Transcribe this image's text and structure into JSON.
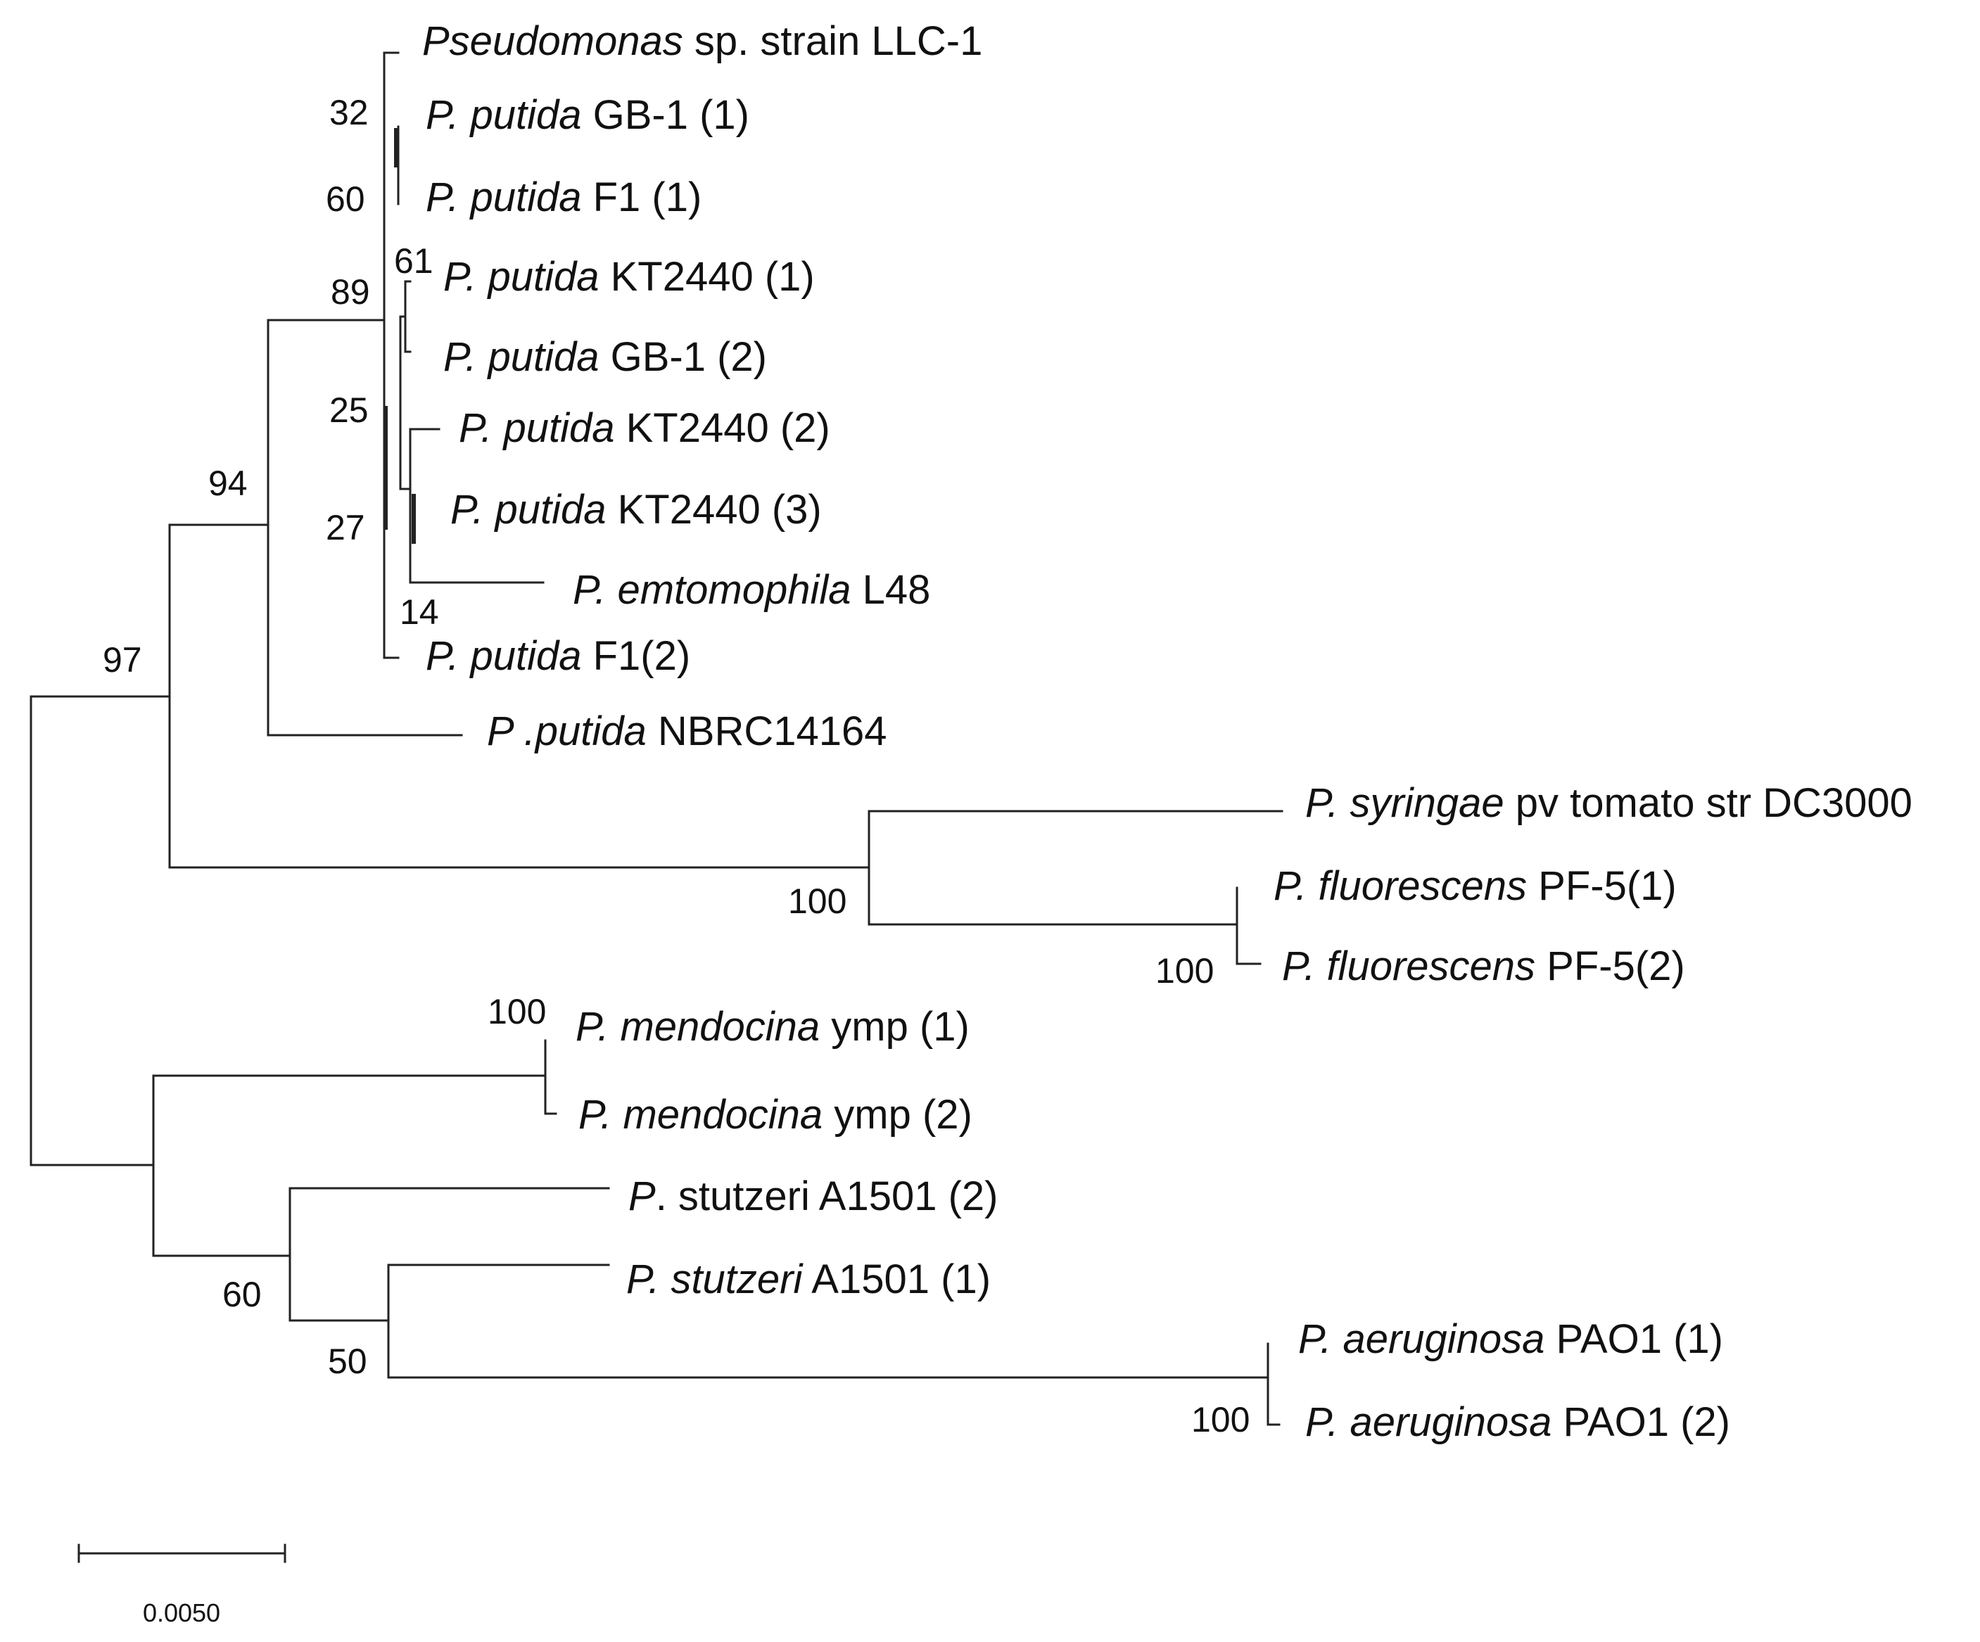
{
  "taxa": {
    "llc1": {
      "italic": "Pseudomonas",
      "rest": " sp. strain LLC-1"
    },
    "gb1_1": {
      "italic": "P. putida",
      "rest": " GB-1 (1)"
    },
    "f1_1": {
      "italic": "P. putida",
      "rest": " F1 (1)"
    },
    "kt_1": {
      "italic": "P. putida",
      "rest": " KT2440 (1)"
    },
    "gb1_2": {
      "italic": "P. putida",
      "rest": " GB-1 (2)"
    },
    "kt_2": {
      "italic": "P. putida",
      "rest": " KT2440 (2)"
    },
    "kt_3": {
      "italic": "P. putida",
      "rest": " KT2440 (3)"
    },
    "l48": {
      "italic": "P. emtomophila",
      "rest": " L48"
    },
    "f1_2": {
      "italic": "P. putida",
      "rest": " F1(2)"
    },
    "nbrc": {
      "italic": "P .putida",
      "rest": " NBRC14164"
    },
    "syringae": {
      "italic": "P. syringae",
      "rest": " pv tomato str DC3000"
    },
    "pf5_1": {
      "italic": "P. fluorescens",
      "rest": " PF-5(1)"
    },
    "pf5_2": {
      "italic": "P. fluorescens",
      "rest": " PF-5(2)"
    },
    "ymp_1": {
      "italic": "P. mendocina",
      "rest": " ymp (1)"
    },
    "ymp_2": {
      "italic": "P. mendocina",
      "rest": " ymp (2)"
    },
    "stutz_2": {
      "italic": "P",
      "rest": ". stutzeri A1501 (2)"
    },
    "stutz_1": {
      "italic": "P. stutzeri",
      "rest": " A1501 (1)"
    },
    "pao1_1": {
      "italic": "P. aeruginosa",
      "rest": " PAO1 (1)"
    },
    "pao1_2": {
      "italic": "P. aeruginosa",
      "rest": " PAO1 (2)"
    }
  },
  "bootstrap": {
    "b32": "32",
    "b60a": "60",
    "b61": "61",
    "b89": "89",
    "b25": "25",
    "b27": "27",
    "b14": "14",
    "b94": "94",
    "b97": "97",
    "b100_syr": "100",
    "b100_pf5": "100",
    "b100_ymp": "100",
    "b60b": "60",
    "b50": "50",
    "b100_pao": "100"
  },
  "scale_bar": {
    "label": "0.0050"
  },
  "colors": {
    "line": "#222222",
    "text": "#111111",
    "background": "#ffffff"
  }
}
